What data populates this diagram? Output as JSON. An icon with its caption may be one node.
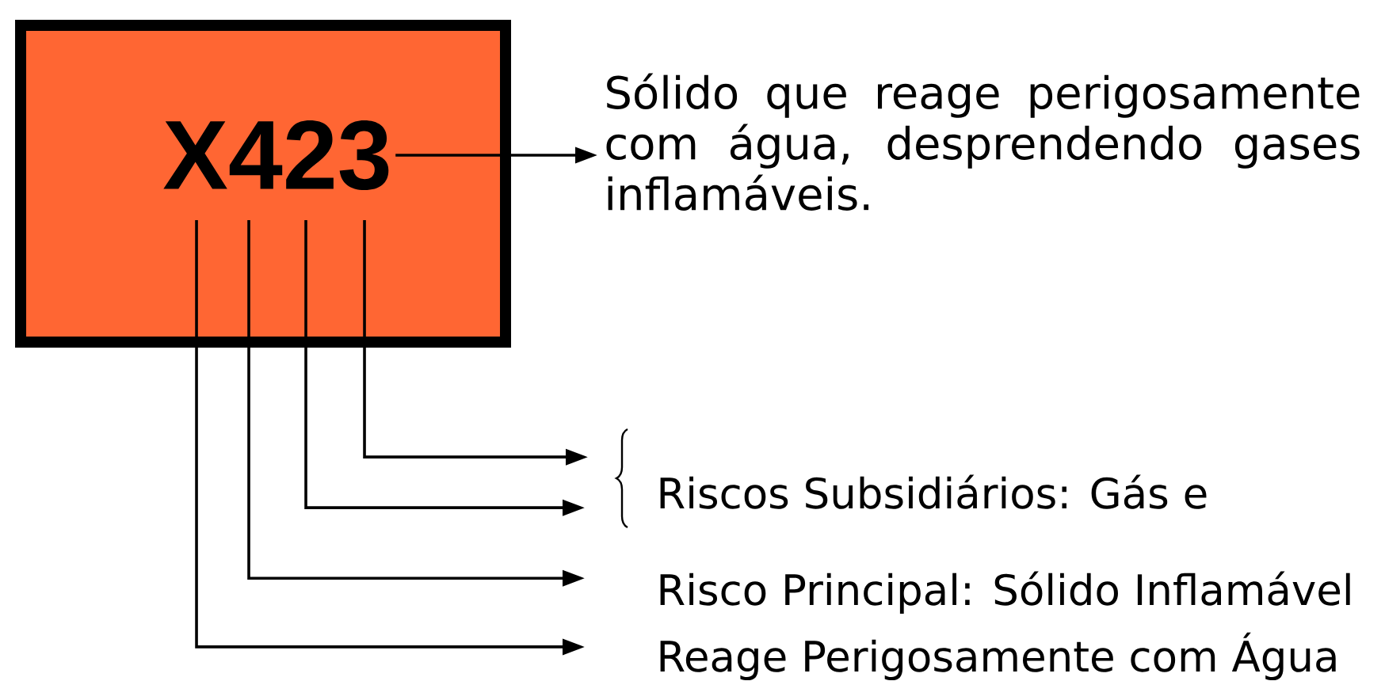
{
  "diagram": {
    "nodes": [
      {
        "text": [],
        "shape": "box"
      },
      {
        "text": [
          "X423"
        ],
        "in": 0
      },
      {
        "text": [
          "Sólido que reage perigosamente com água, desprendendo gases inflamáveis."
        ]
      },
      {
        "text": [
          "Riscos Subsidiários: Gás e"
        ]
      },
      {
        "text": [
          "Risco Principal: Sólido Inflamável"
        ]
      },
      {
        "text": [
          "Reage Perigosamente com Água"
        ]
      }
    ],
    "edges": [
      {
        "from": 1,
        "to": 2,
        "arrow": "to"
      },
      {
        "from": 1,
        "to": 5,
        "arrow": "to"
      },
      {
        "from": 1,
        "to": 4,
        "arrow": "to"
      },
      {
        "from": 1,
        "to": 3,
        "arrow": "to"
      },
      {
        "from": 1,
        "to": 3,
        "arrow": "to"
      }
    ]
  }
}
